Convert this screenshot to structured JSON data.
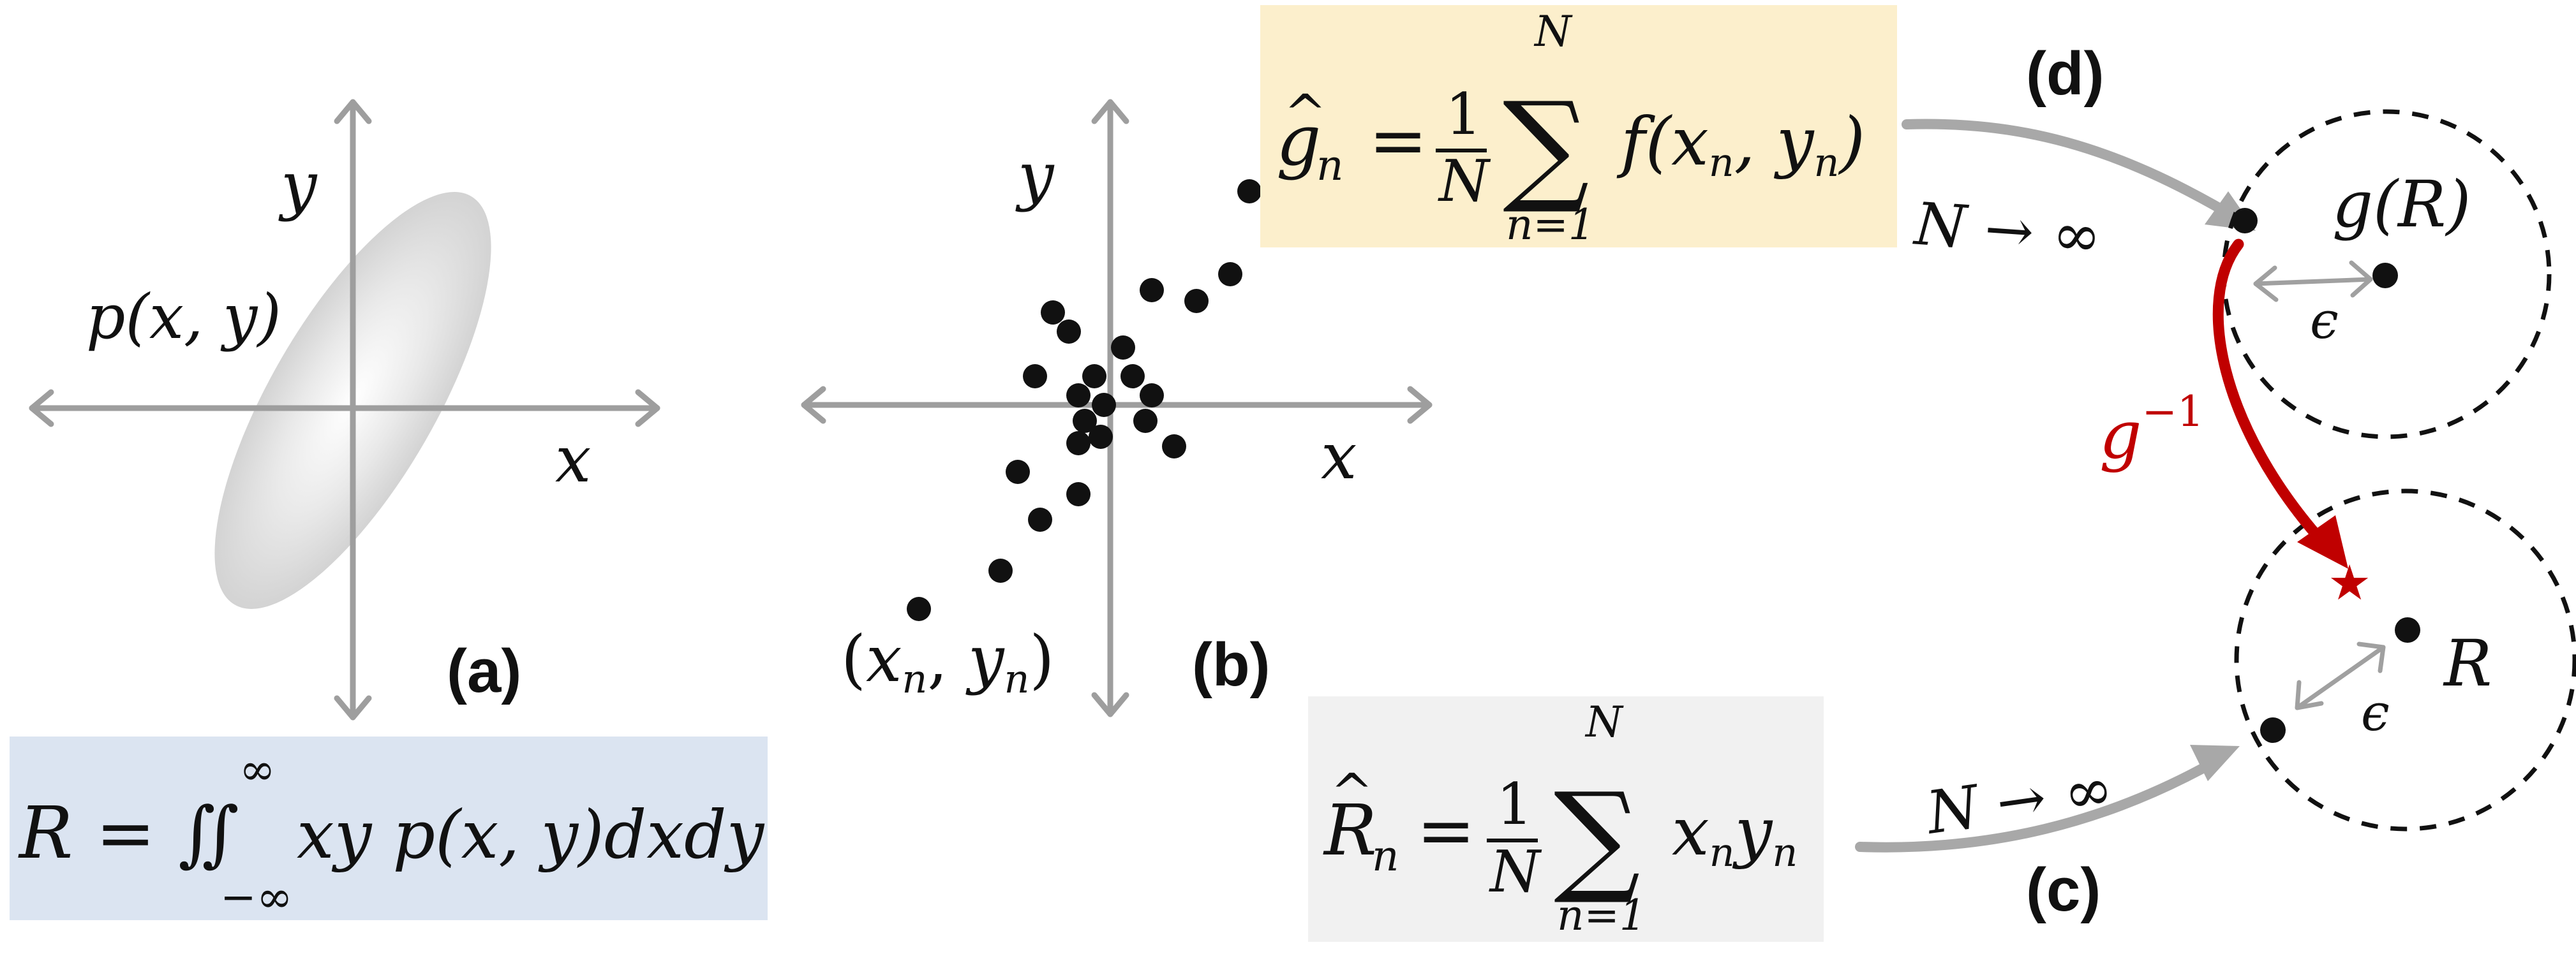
{
  "panels": {
    "a": {
      "label": "(a)",
      "x_axis": "x",
      "y_axis": "y",
      "density": "p(x, y)",
      "formula": "R = ∬",
      "formula_body": "xy p(x, y)dxdy",
      "upper_limit": "∞",
      "lower_limit": "−∞",
      "box_color": "#dbe4f1"
    },
    "b": {
      "label": "(b)",
      "x_axis": "x",
      "y_axis": "y",
      "sample_label_open": "(",
      "sample_label_x": "x",
      "sample_label_sub1": "n",
      "sample_label_mid": ", ",
      "sample_label_y": "y",
      "sample_label_sub2": "n",
      "sample_label_close": ")"
    },
    "c": {
      "label": "(c)",
      "estimator_lhs": "R",
      "estimator_hat": "^",
      "estimator_sub": "n",
      "equals": "=",
      "frac_num": "1",
      "frac_den": "N",
      "sigma": "∑",
      "sum_top": "N",
      "sum_bottom": "n=1",
      "summand": "x",
      "summand_sub": "n",
      "summand2": "y",
      "summand2_sub": "n",
      "limit": "N → ∞",
      "box_color": "#f1f1f1"
    },
    "d": {
      "label": "(d)",
      "estimator_lhs": "g",
      "estimator_hat": "^",
      "estimator_sub": "n",
      "equals": "=",
      "frac_num": "1",
      "frac_den": "N",
      "sigma": "∑",
      "sum_top": "N",
      "sum_bottom": "n=1",
      "summand": "f(x",
      "summand_sub": "n",
      "summand_mid": ", y",
      "summand_sub2": "n",
      "summand_close": ")",
      "limit": "N → ∞",
      "box_color": "#fcefcc"
    }
  },
  "right": {
    "g_of_R": "g(R)",
    "R": "R",
    "epsilon_top": "ϵ",
    "epsilon_bottom": "ϵ",
    "inverse_base": "g",
    "inverse_sup": "−1",
    "star": "★",
    "inverse_color": "#c00000"
  }
}
